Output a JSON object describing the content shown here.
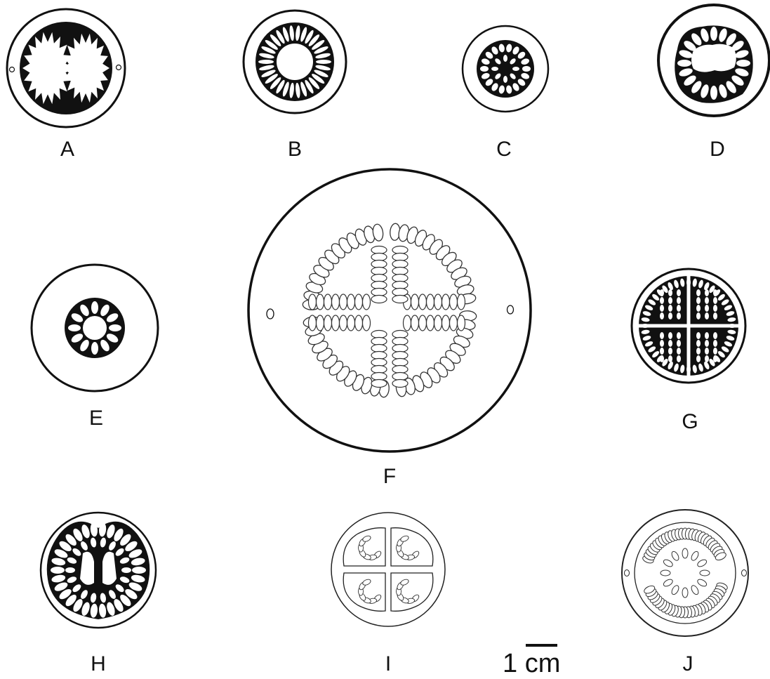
{
  "labels": {
    "A": "A",
    "B": "B",
    "C": "C",
    "D": "D",
    "E": "E",
    "F": "F",
    "G": "G",
    "H": "H",
    "I": "I",
    "J": "J"
  },
  "scale_bar": {
    "text": "1 cm"
  },
  "colors": {
    "ink": "#111111",
    "paper": "#ffffff"
  }
}
